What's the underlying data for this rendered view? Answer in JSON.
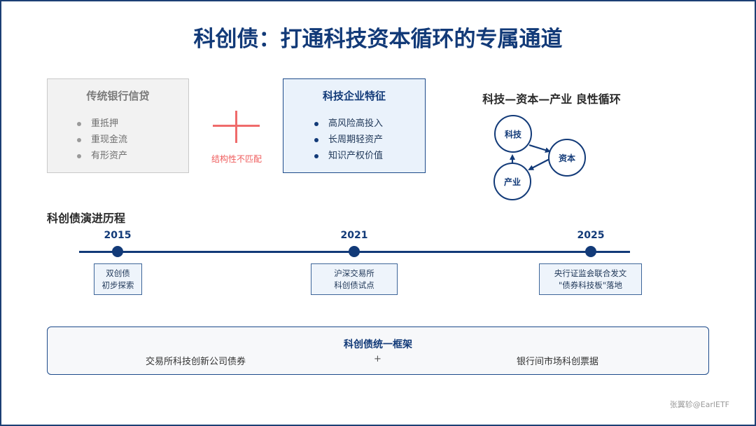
{
  "title": "科创债：打通科技资本循环的专属通道",
  "traditional_box": {
    "title": "传统银行信贷",
    "items": [
      "重抵押",
      "重现金流",
      "有形资产"
    ]
  },
  "mismatch_label": "结构性不匹配",
  "tech_box": {
    "title": "科技企业特征",
    "items": [
      "高风险高投入",
      "长周期轻资产",
      "知识产权价值"
    ]
  },
  "cycle": {
    "title": "科技—资本—产业 良性循环",
    "nodes": {
      "tech": "科技",
      "capital": "资本",
      "industry": "产业"
    }
  },
  "timeline": {
    "title": "科创债演进历程",
    "events": [
      {
        "year": "2015",
        "line1": "双创债",
        "line2": "初步探索"
      },
      {
        "year": "2021",
        "line1": "沪深交易所",
        "line2": "科创债试点"
      },
      {
        "year": "2025",
        "line1": "央行证监会联合发文",
        "line2": "\"债券科技板\"落地"
      }
    ]
  },
  "framework": {
    "title": "科创债统一框架",
    "left": "交易所科技创新公司债券",
    "plus": "+",
    "right": "银行间市场科创票据"
  },
  "watermark": "张翼轸@EarlETF",
  "colors": {
    "primary_navy": "#123a78",
    "accent_red": "#ef6b6b",
    "gray_box": "#f2f2f2",
    "light_blue_box": "#eaf2fb"
  }
}
